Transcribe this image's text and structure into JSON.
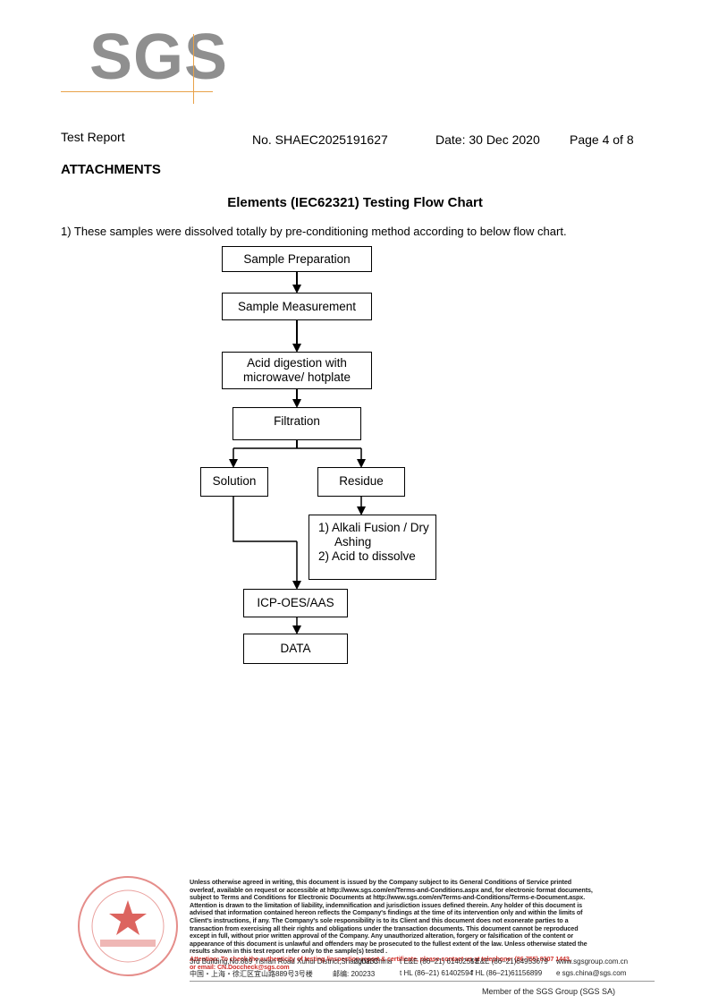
{
  "logo": {
    "text": "SGS"
  },
  "header": {
    "title": "Test Report",
    "report_no": "No. SHAEC2025191627",
    "date": "Date: 30 Dec 2020",
    "page": "Page 4 of 8"
  },
  "section": {
    "heading": "ATTACHMENTS"
  },
  "chart": {
    "title": "Elements (IEC62321) Testing Flow Chart",
    "intro": "1) These samples were dissolved totally by pre-conditioning method according to below flow chart."
  },
  "flow": {
    "sample_preparation": "Sample Preparation",
    "sample_measurement": "Sample Measurement",
    "acid_digestion_line1": "Acid digestion with",
    "acid_digestion_line2": "microwave/ hotplate",
    "filtration": "Filtration",
    "solution": "Solution",
    "residue": "Residue",
    "alkali_line1": "1) Alkali Fusion / Dry",
    "alkali_line2": "Ashing",
    "alkali_line3": "2) Acid to dissolve",
    "icp": "ICP-OES/AAS",
    "data": "DATA"
  },
  "footer": {
    "disclaimer_line1": "Unless otherwise agreed in writing, this document is issued by the Company subject to its General Conditions of Service printed",
    "disclaimer_line2": "overleaf, available on request or accessible at http://www.sgs.com/en/Terms-and-Conditions.aspx and, for electronic format documents,",
    "disclaimer_line3": "subject to Terms and Conditions for Electronic Documents at http://www.sgs.com/en/Terms-and-Conditions/Terms-e-Document.aspx.",
    "disclaimer_line4": "Attention is drawn to the limitation of liability, indemnification and jurisdiction issues defined therein. Any holder of this document is",
    "disclaimer_line5": "advised that information contained hereon reflects the Company's findings at the time of its intervention only and within the limits of",
    "disclaimer_line6": "Client's instructions, if any. The Company's sole responsibility is to its Client and this document does not exonerate parties to a",
    "disclaimer_line7": "transaction from exercising all their rights and obligations under the transaction documents. This document cannot be reproduced",
    "disclaimer_line8": "except in full, without prior written approval of the Company. Any unauthorized alteration, forgery or falsification of the content or",
    "disclaimer_line9": "appearance of this document is unlawful and offenders may be prosecuted to the fullest extent of the law. Unless otherwise stated the",
    "disclaimer_line10": "results shown in this test report refer only to the sample(s) tested .",
    "attention_line1": "Attention: To check the authenticity of testing /inspection report & certificate, please contact us at telephone: (86-755) 8307 1443,",
    "attention_line2": "or email: CN.Doccheck@sgs.com",
    "address_en": "3rd Building,No.889 Yishan Road Xuhui District,Shanghai China",
    "postcode_en": "200233",
    "tel_en": "t E&E (86–21) 61402553",
    "fax_en": "f E&E (86–21)64953679",
    "web": "www.sgsgroup.com.cn",
    "address_cn": "中国・上海・徐汇区宜山路889号3号楼",
    "postcode_cn": "邮编: 200233",
    "tel_hl": "t HL (86–21) 61402594",
    "fax_hl": "f HL (86–21)61156899",
    "email": "e sgs.china@sgs.com",
    "member": "Member of the SGS Group (SGS SA)"
  },
  "colors": {
    "logo_gray": "#8f8f8f",
    "accent_orange": "#e8a24a",
    "stamp_red": "#d0302a"
  }
}
